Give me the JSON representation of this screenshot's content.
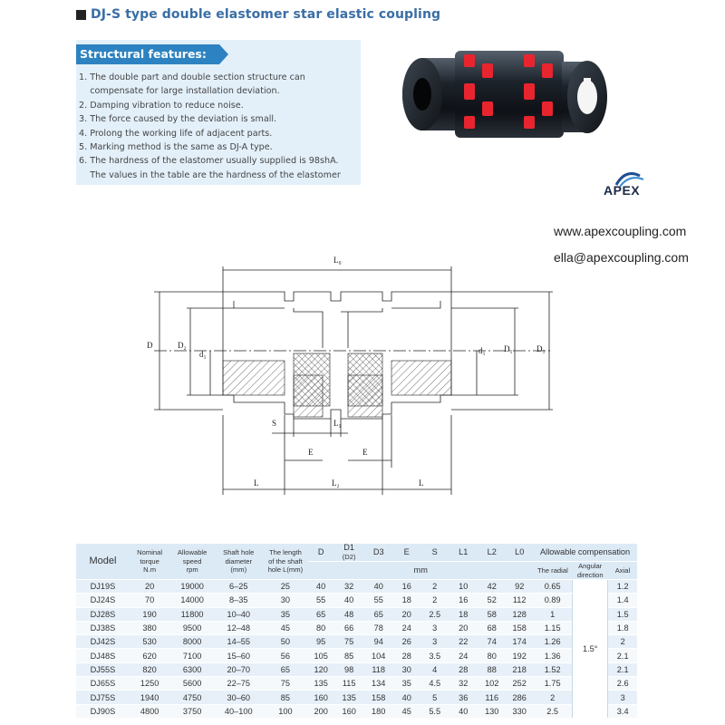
{
  "title": "DJ-S type double elastomer star elastic coupling",
  "features": {
    "heading": "Structural features:",
    "items": [
      "1. The double part and double section structure can",
      "    compensate for large installation deviation.",
      "2. Damping vibration to reduce noise.",
      "3. The force caused by the deviation is small.",
      "4. Prolong the working life of adjacent parts.",
      "5. Marking method is the same as DJ-A type.",
      "6. The hardness of the elastomer usually supplied is 98shA.",
      "    The values in the table are the hardness of the elastomer"
    ]
  },
  "brand": {
    "logo": "APEX",
    "website": "www.apexcoupling.com",
    "email": "ella@apexcoupling.com"
  },
  "drawing_labels": {
    "L0": "L₀",
    "D": "D",
    "D2": "D₂",
    "d1_left": "d₁",
    "d1_right": "d₁",
    "D1": "D₁",
    "D2_right": "D₁",
    "S": "S",
    "L1": "L₁",
    "E_left": "E",
    "E_right": "E",
    "L_left": "L",
    "L2": "L₂",
    "L_right": "L"
  },
  "colors": {
    "accent": "#2d82c1",
    "title": "#3a6ea5",
    "elastomer": "#e8252f",
    "panel": "#e3f0fa"
  },
  "table": {
    "headers": {
      "model": "Model",
      "torque": [
        "Nominal",
        "torque",
        "N.m"
      ],
      "speed": [
        "Allowable",
        "speed",
        "rpm"
      ],
      "shaft": [
        "Shaft hole",
        "diameter",
        "(mm)"
      ],
      "length": [
        "The length",
        "of the shaft",
        "hole L(mm)"
      ],
      "D": "D",
      "D1": [
        "D1",
        "(D2)"
      ],
      "D3": "D3",
      "E": "E",
      "S": "S",
      "L1": "L1",
      "L2": "L2",
      "L0": "L0",
      "comp": "Allowable compensation",
      "mm": "mm",
      "radial": "The radial",
      "angular": [
        "Angular",
        "direction"
      ],
      "axial": "Axial"
    },
    "angular_value": "1.5°",
    "rows": [
      [
        "DJ19S",
        "20",
        "19000",
        "6–25",
        "25",
        "40",
        "32",
        "40",
        "16",
        "2",
        "10",
        "42",
        "92",
        "0.65",
        "1.2"
      ],
      [
        "DJ24S",
        "70",
        "14000",
        "8–35",
        "30",
        "55",
        "40",
        "55",
        "18",
        "2",
        "16",
        "52",
        "112",
        "0.89",
        "1.4"
      ],
      [
        "DJ28S",
        "190",
        "11800",
        "10–40",
        "35",
        "65",
        "48",
        "65",
        "20",
        "2.5",
        "18",
        "58",
        "128",
        "1",
        "1.5"
      ],
      [
        "DJ38S",
        "380",
        "9500",
        "12–48",
        "45",
        "80",
        "66",
        "78",
        "24",
        "3",
        "20",
        "68",
        "158",
        "1.15",
        "1.8"
      ],
      [
        "DJ42S",
        "530",
        "8000",
        "14–55",
        "50",
        "95",
        "75",
        "94",
        "26",
        "3",
        "22",
        "74",
        "174",
        "1.26",
        "2"
      ],
      [
        "DJ48S",
        "620",
        "7100",
        "15–60",
        "56",
        "105",
        "85",
        "104",
        "28",
        "3.5",
        "24",
        "80",
        "192",
        "1.36",
        "2.1"
      ],
      [
        "DJ55S",
        "820",
        "6300",
        "20–70",
        "65",
        "120",
        "98",
        "118",
        "30",
        "4",
        "28",
        "88",
        "218",
        "1.52",
        "2.1"
      ],
      [
        "DJ65S",
        "1250",
        "5600",
        "22–75",
        "75",
        "135",
        "115",
        "134",
        "35",
        "4.5",
        "32",
        "102",
        "252",
        "1.75",
        "2.6"
      ],
      [
        "DJ75S",
        "1940",
        "4750",
        "30–60",
        "85",
        "160",
        "135",
        "158",
        "40",
        "5",
        "36",
        "116",
        "286",
        "2",
        "3"
      ],
      [
        "DJ90S",
        "4800",
        "3750",
        "40–100",
        "100",
        "200",
        "160",
        "180",
        "45",
        "5.5",
        "40",
        "130",
        "330",
        "2.5",
        "3.4"
      ]
    ]
  }
}
